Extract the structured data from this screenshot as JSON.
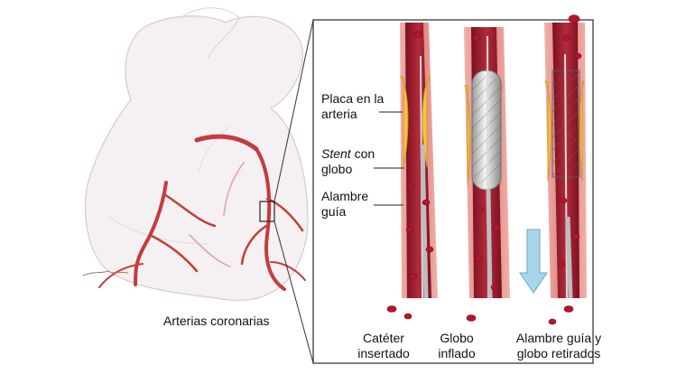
{
  "labels": {
    "coronary_arteries": "Arterias coronarias",
    "plaque": "Placa en la arteria",
    "stent_italic": "Stent",
    "stent_rest": "con globo",
    "guidewire": "Alambre guía",
    "panel1_caption": "Catéter insertado",
    "panel2_caption": "Globo inflado",
    "panel3_caption": "Alambre guía y globo retirados"
  },
  "icons": {
    "heart": "heart-illustration",
    "vessel": "artery-vessel",
    "arrow": "down-arrow-icon"
  },
  "colors": {
    "vessel_wall": "#d77a74",
    "blood": "#b2152d",
    "plaque": "#f4c441",
    "coronary": "#c33c40",
    "balloon": "#d9d9d9",
    "arrow": "#a9d5ea"
  }
}
